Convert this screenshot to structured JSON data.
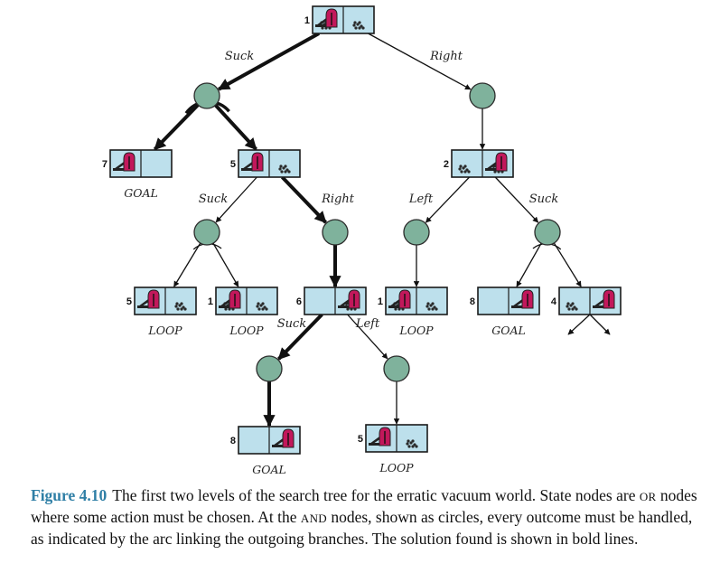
{
  "figure": {
    "label": "Figure 4.10",
    "caption_parts": [
      "The first two levels of the search tree for the erratic vacuum world. State nodes are ",
      "OR",
      " nodes where some action must be chosen. At the ",
      "AND",
      " nodes, shown as circles, every outcome must be handled, as indicated by the arc linking the outgoing branches. The solution found is shown in bold lines."
    ]
  },
  "colors": {
    "state_fill": "#bde0ec",
    "and_node_fill": "#7fb29c",
    "vacuum": "#c2185b",
    "caption_accent": "#2f7fa6"
  },
  "tree": {
    "action_labels": {
      "root_suck": "Suck",
      "root_right": "Right",
      "s5_suck": "Suck",
      "s5_right": "Right",
      "s2_left": "Left",
      "s2_suck": "Suck",
      "s6_suck": "Suck",
      "s6_left": "Left"
    },
    "states": [
      {
        "id": "root",
        "number": "1",
        "vacuum": "left",
        "dirt": [
          true,
          true
        ]
      },
      {
        "id": "s7",
        "number": "7",
        "vacuum": "left",
        "dirt": [
          false,
          false
        ],
        "tag": "GOAL"
      },
      {
        "id": "s5",
        "number": "5",
        "vacuum": "left",
        "dirt": [
          false,
          true
        ]
      },
      {
        "id": "s2",
        "number": "2",
        "vacuum": "right",
        "dirt": [
          true,
          true
        ]
      },
      {
        "id": "s5a",
        "number": "5",
        "vacuum": "left",
        "dirt": [
          false,
          true
        ],
        "tag": "LOOP"
      },
      {
        "id": "s1a",
        "number": "1",
        "vacuum": "left",
        "dirt": [
          true,
          true
        ],
        "tag": "LOOP"
      },
      {
        "id": "s6",
        "number": "6",
        "vacuum": "right",
        "dirt": [
          false,
          true
        ]
      },
      {
        "id": "s1b",
        "number": "1",
        "vacuum": "left",
        "dirt": [
          true,
          true
        ],
        "tag": "LOOP"
      },
      {
        "id": "s8",
        "number": "8",
        "vacuum": "right",
        "dirt": [
          false,
          false
        ],
        "tag": "GOAL"
      },
      {
        "id": "s4",
        "number": "4",
        "vacuum": "right",
        "dirt": [
          true,
          false
        ]
      },
      {
        "id": "s8b",
        "number": "8",
        "vacuum": "right",
        "dirt": [
          false,
          false
        ],
        "tag": "GOAL"
      },
      {
        "id": "s5b",
        "number": "5",
        "vacuum": "left",
        "dirt": [
          false,
          true
        ],
        "tag": "LOOP"
      }
    ],
    "and_nodes": [
      "a_suck_root",
      "a_right_root",
      "a_suck_s5",
      "a_right_s5",
      "a_left_s2",
      "a_suck_s2",
      "a_suck_s6",
      "a_left_s6"
    ]
  }
}
